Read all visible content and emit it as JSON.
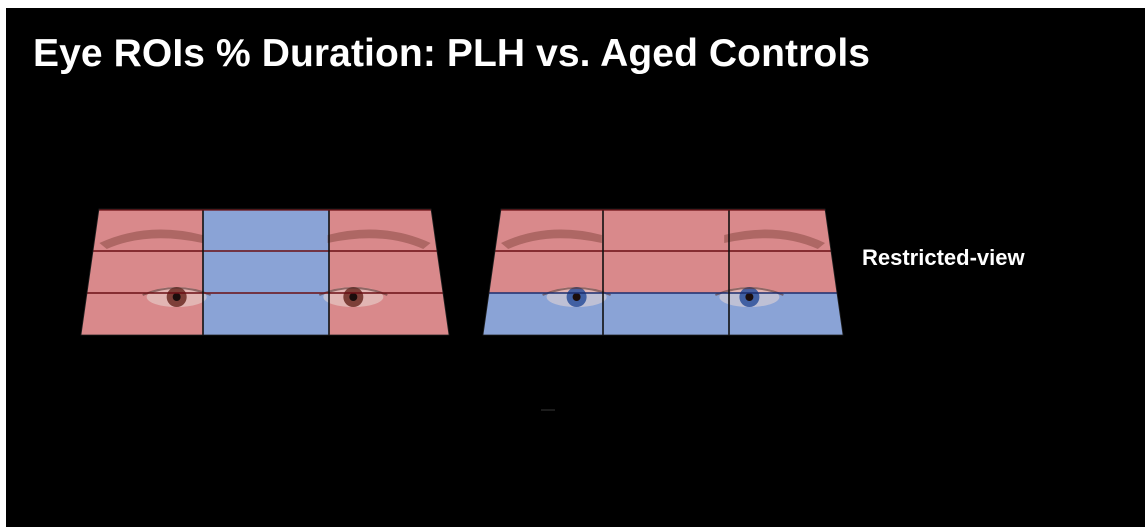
{
  "slide": {
    "title": "Eye ROIs % Duration: PLH vs. Aged Controls",
    "condition_label": "Restricted-view",
    "background_color": "#000000",
    "text_color": "#ffffff"
  },
  "panels": [
    {
      "name": "left-face-roi-grid",
      "rows": 3,
      "cols": 3,
      "highlight": [
        [
          "red",
          "blue",
          "red"
        ],
        [
          "red",
          "blue",
          "red"
        ],
        [
          "red",
          "blue",
          "red"
        ]
      ],
      "iris_color": "brown"
    },
    {
      "name": "right-face-roi-grid",
      "rows": 3,
      "cols": 3,
      "highlight": [
        [
          "red",
          "red",
          "red"
        ],
        [
          "red",
          "red",
          "red"
        ],
        [
          "blue",
          "blue",
          "blue"
        ]
      ],
      "iris_color": "blue"
    }
  ],
  "colors": {
    "red_overlay": "#d9898b",
    "blue_overlay": "#8aa3d6",
    "red_line": "#6b0f14",
    "blue_line": "#1b2d6e",
    "brow": "#8a4a46",
    "iris_brown": "#6b2a22",
    "iris_blue": "#2c4f9a",
    "pupil": "#1b0d0c"
  }
}
